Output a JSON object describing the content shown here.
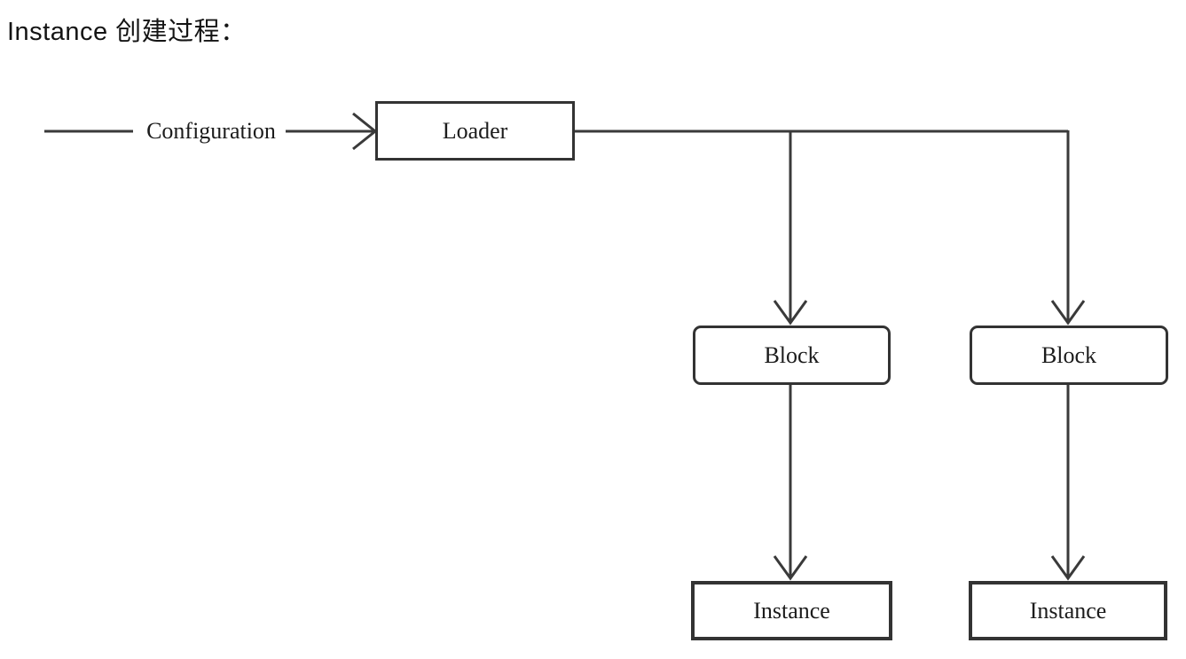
{
  "page": {
    "title": "Instance 创建过程："
  },
  "diagram": {
    "input_label": "Configuration",
    "nodes": {
      "loader": {
        "label": "Loader"
      },
      "block_left": {
        "label": "Block"
      },
      "block_right": {
        "label": "Block"
      },
      "instance_left": {
        "label": "Instance"
      },
      "instance_right": {
        "label": "Instance"
      }
    },
    "colors": {
      "line": "#3a3a3a",
      "text": "#1c1c1c",
      "background": "#ffffff"
    }
  }
}
